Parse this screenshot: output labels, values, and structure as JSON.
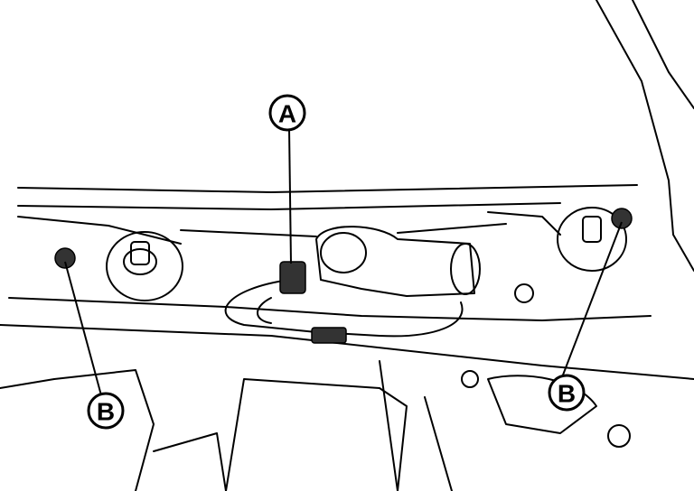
{
  "callouts": {
    "a": {
      "label": "A"
    },
    "b_left": {
      "label": "B"
    },
    "b_right": {
      "label": "B"
    }
  }
}
